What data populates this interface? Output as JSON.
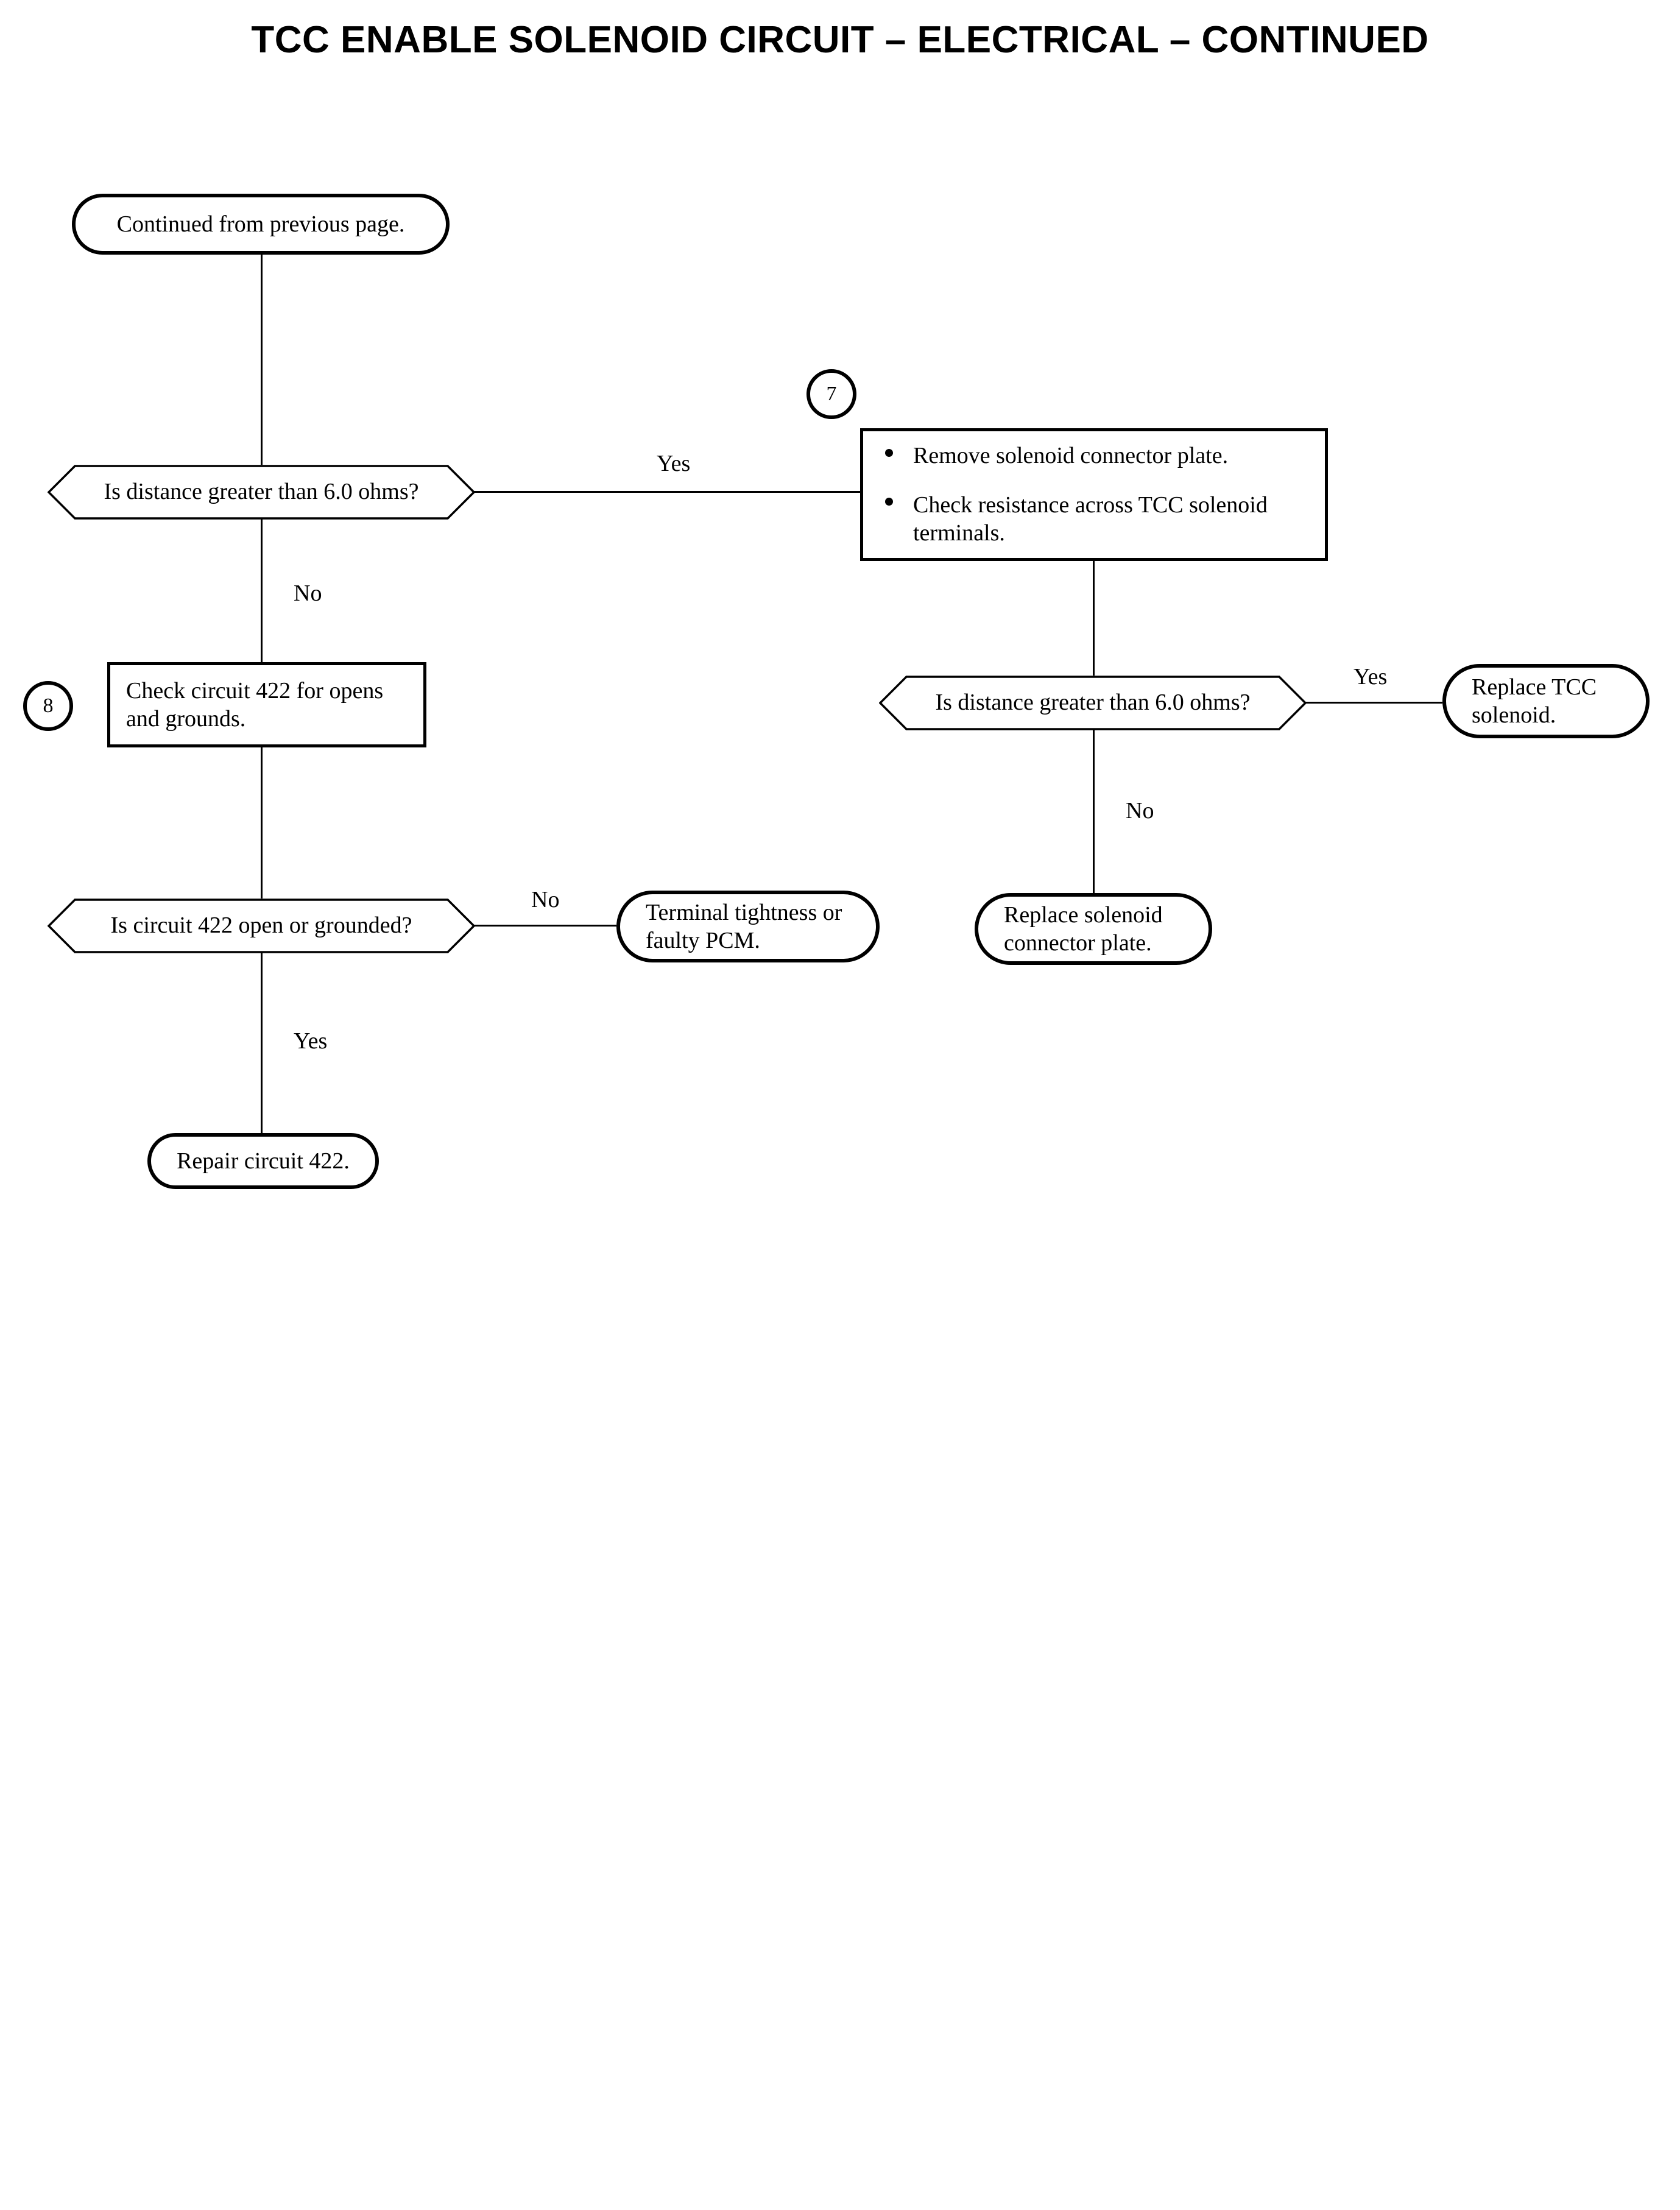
{
  "document": {
    "title": "TCC ENABLE SOLENOID CIRCUIT – ELECTRICAL – CONTINUED"
  },
  "flowchart": {
    "nodes": {
      "start": {
        "type": "terminator",
        "text": "Continued from previous page."
      },
      "decision_1": {
        "type": "decision",
        "text": "Is distance greater than 6.0 ohms?"
      },
      "connector_7": {
        "type": "off-page-connector",
        "label": "7"
      },
      "action_remove_check": {
        "type": "process-bulleted",
        "bullets": [
          "Remove solenoid connector plate.",
          "Check resistance across TCC solenoid terminals."
        ]
      },
      "connector_8": {
        "type": "off-page-connector",
        "label": "8"
      },
      "action_check_circuit_422": {
        "type": "process",
        "text": "Check circuit 422 for opens and grounds."
      },
      "decision_2": {
        "type": "decision",
        "text": "Is distance greater than 6.0 ohms?"
      },
      "end_replace_tcc_solenoid": {
        "type": "terminator",
        "text": "Replace TCC solenoid."
      },
      "decision_3": {
        "type": "decision",
        "text": "Is circuit 422 open or grounded?"
      },
      "end_terminal_tightness": {
        "type": "terminator",
        "text": "Terminal tightness or faulty PCM."
      },
      "end_replace_connector_plate": {
        "type": "terminator",
        "text": "Replace solenoid connector plate."
      },
      "end_repair_circuit_422": {
        "type": "terminator",
        "text": "Repair circuit 422."
      }
    },
    "edge_labels": {
      "d1_yes": "Yes",
      "d1_no": "No",
      "d2_yes": "Yes",
      "d2_no": "No",
      "d3_no": "No",
      "d3_yes": "Yes"
    }
  },
  "colors": {
    "ink": "#000000",
    "paper": "#ffffff"
  }
}
